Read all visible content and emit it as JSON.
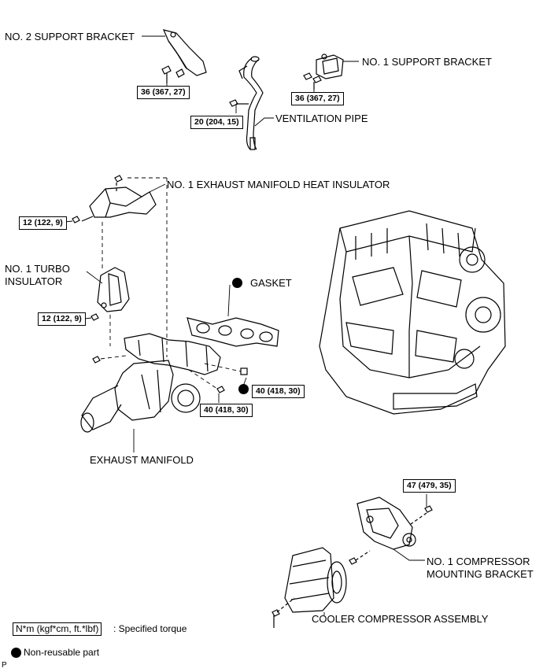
{
  "labels": {
    "no2_support_bracket": "NO. 2 SUPPORT BRACKET",
    "no1_support_bracket": "NO. 1 SUPPORT BRACKET",
    "ventilation_pipe": "VENTILATION PIPE",
    "no1_exhaust_manifold_heat_insulator": "NO. 1 EXHAUST MANIFOLD HEAT INSULATOR",
    "no1_turbo_insulator_line1": "NO. 1 TURBO",
    "no1_turbo_insulator_line2": "INSULATOR",
    "gasket": "GASKET",
    "exhaust_manifold": "EXHAUST MANIFOLD",
    "no1_compressor_mounting_bracket_line1": "NO. 1 COMPRESSOR",
    "no1_compressor_mounting_bracket_line2": "MOUNTING BRACKET",
    "cooler_compressor_assembly": "COOLER COMPRESSOR ASSEMBLY"
  },
  "torques": {
    "no2_bracket": "36 (367, 27)",
    "no1_bracket": "36 (367, 27)",
    "ventilation_pipe": "20 (204, 15)",
    "heat_insulator": "12 (122, 9)",
    "turbo_insulator": "12 (122, 9)",
    "manifold_nut": "40 (418, 30)",
    "manifold_bolt": "40 (418, 30)",
    "compressor_bracket": "47 (479, 35)"
  },
  "legend": {
    "torque_unit": "N*m (kgf*cm, ft.*lbf)",
    "torque_desc": ": Specified torque",
    "non_reusable": "Non-reusable part"
  },
  "footer_mark": "P"
}
